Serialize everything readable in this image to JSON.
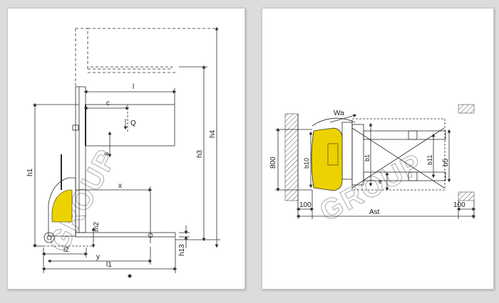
{
  "watermark": "GROUP",
  "left": {
    "labels": {
      "c": "c",
      "l": "l",
      "Q": "Q",
      "s": "s",
      "x": "x",
      "h1": "h1",
      "h3": "h3",
      "h4": "h4",
      "m2": "m2",
      "h13": "h13",
      "l2": "l2",
      "y": "y",
      "l1": "l1"
    }
  },
  "right": {
    "labels": {
      "Wa": "Wa",
      "dim800": "800",
      "b10": "b10",
      "b1": "b1",
      "b11": "b11",
      "b5": "b5",
      "e": "e",
      "dim100_left": "100",
      "Ast": "Ast",
      "dim100_right": "100"
    }
  },
  "colors": {
    "yellow": "#ecd200",
    "line": "#2a2a2a",
    "hatch": "#555555"
  }
}
